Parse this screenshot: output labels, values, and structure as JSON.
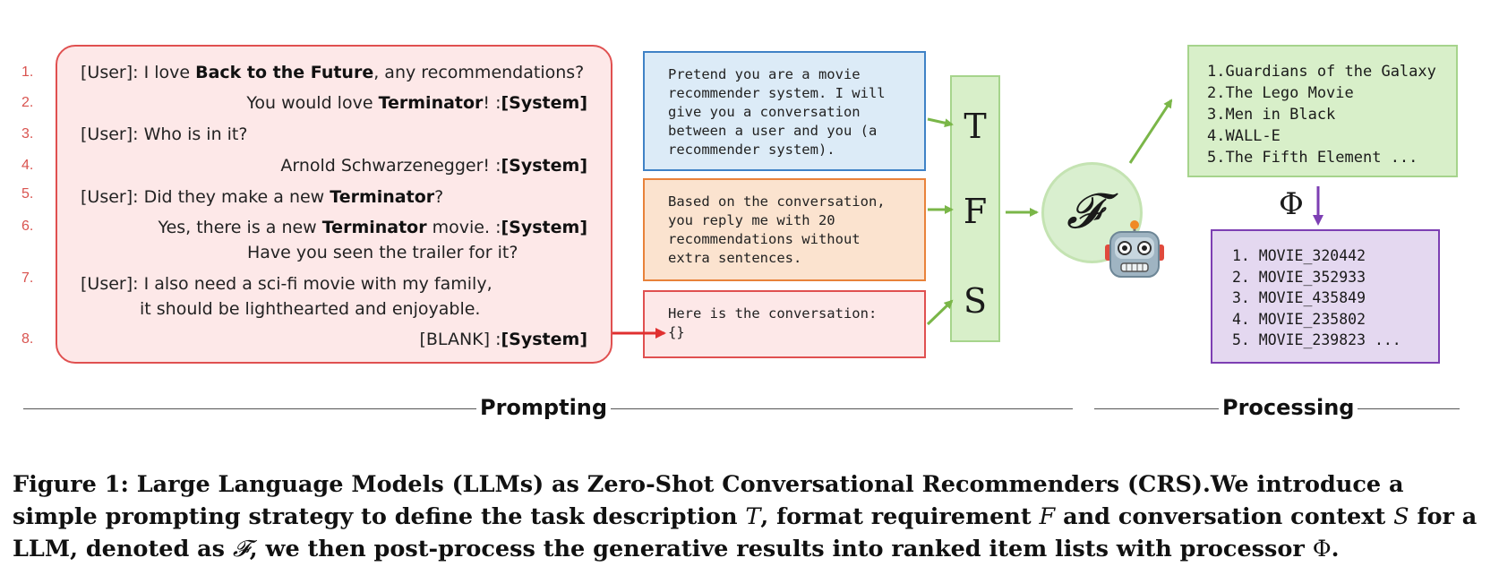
{
  "conversation": {
    "line_numbers": [
      "1.",
      "2.",
      "3.",
      "4.",
      "5.",
      "6.",
      "7.",
      "8."
    ],
    "lines": [
      {
        "speaker": "[User]",
        "parts": [
          {
            "t": ":  I love "
          },
          {
            "t": "Back to the Future",
            "b": true
          },
          {
            "t": ", any recommendations?"
          }
        ]
      },
      {
        "speaker": "[System]",
        "parts": [
          {
            "t": "You would love "
          },
          {
            "t": "Terminator",
            "b": true
          },
          {
            "t": "! :"
          }
        ]
      },
      {
        "speaker": "[User]",
        "parts": [
          {
            "t": ":  Who is in it?"
          }
        ]
      },
      {
        "speaker": "[System]",
        "parts": [
          {
            "t": "Arnold Schwarzenegger!  :"
          }
        ]
      },
      {
        "speaker": "[User]",
        "parts": [
          {
            "t": ":  Did they make a new "
          },
          {
            "t": "Terminator",
            "b": true
          },
          {
            "t": "?"
          }
        ]
      },
      {
        "speaker": "[System]",
        "parts": [
          {
            "t": "Yes, there is a new "
          },
          {
            "t": "Terminator",
            "b": true
          },
          {
            "t": " movie. :"
          }
        ]
      },
      {
        "speaker": "",
        "parts": [
          {
            "t": "Have you seen the trailer for it?"
          }
        ]
      },
      {
        "speaker": "[User]",
        "parts": [
          {
            "t": ":  I also need a sci-fi movie with my family,"
          }
        ]
      },
      {
        "speaker": "",
        "parts": [
          {
            "t": "it should be lighthearted and enjoyable."
          }
        ]
      },
      {
        "speaker": "[System]",
        "parts": [
          {
            "t": "[BLANK] :"
          }
        ]
      }
    ]
  },
  "prompts": {
    "task": "Pretend you are a movie\nrecommender system. I will\ngive you a conversation\nbetween a user and you (a\nrecommender system).",
    "format": "Based on the conversation,\nyou reply me with 20\nrecommendations without\nextra sentences.",
    "context": "Here is the conversation:\n{}"
  },
  "tfs": {
    "t": "T",
    "f": "F",
    "s": "S"
  },
  "llm": {
    "symbol": "𝓕",
    "robot": "🤖"
  },
  "results": "1.Guardians of the Galaxy\n2.The Lego Movie\n3.Men in Black\n4.WALL-E\n5.The Fifth Element ...",
  "processor": {
    "symbol": "Φ"
  },
  "item_ids": "1. MOVIE_320442\n2. MOVIE_352933\n3. MOVIE_435849\n4. MOVIE_235802\n5. MOVIE_239823 ...",
  "sections": {
    "prompting": "Prompting",
    "processing": "Processing"
  },
  "caption": {
    "p1": "Figure 1: Large Language Models (LLMs) as Zero-Shot Conversational Recommenders (CRS).We introduce a simple prompting strategy to define the task description ",
    "m1": "T",
    "p2": ", format requirement ",
    "m2": "F",
    "p3": " and conversation context ",
    "m3": "S",
    "p4": " for a LLM, denoted as ",
    "m4": "𝓕",
    "p5": ", we then post-process the generative results into ranked item lists with processor ",
    "m5": "Φ",
    "p6": "."
  },
  "colors": {
    "green_arrow": "#7ab648",
    "purple_arrow": "#7d3fb3",
    "red_arrow": "#e03030"
  }
}
